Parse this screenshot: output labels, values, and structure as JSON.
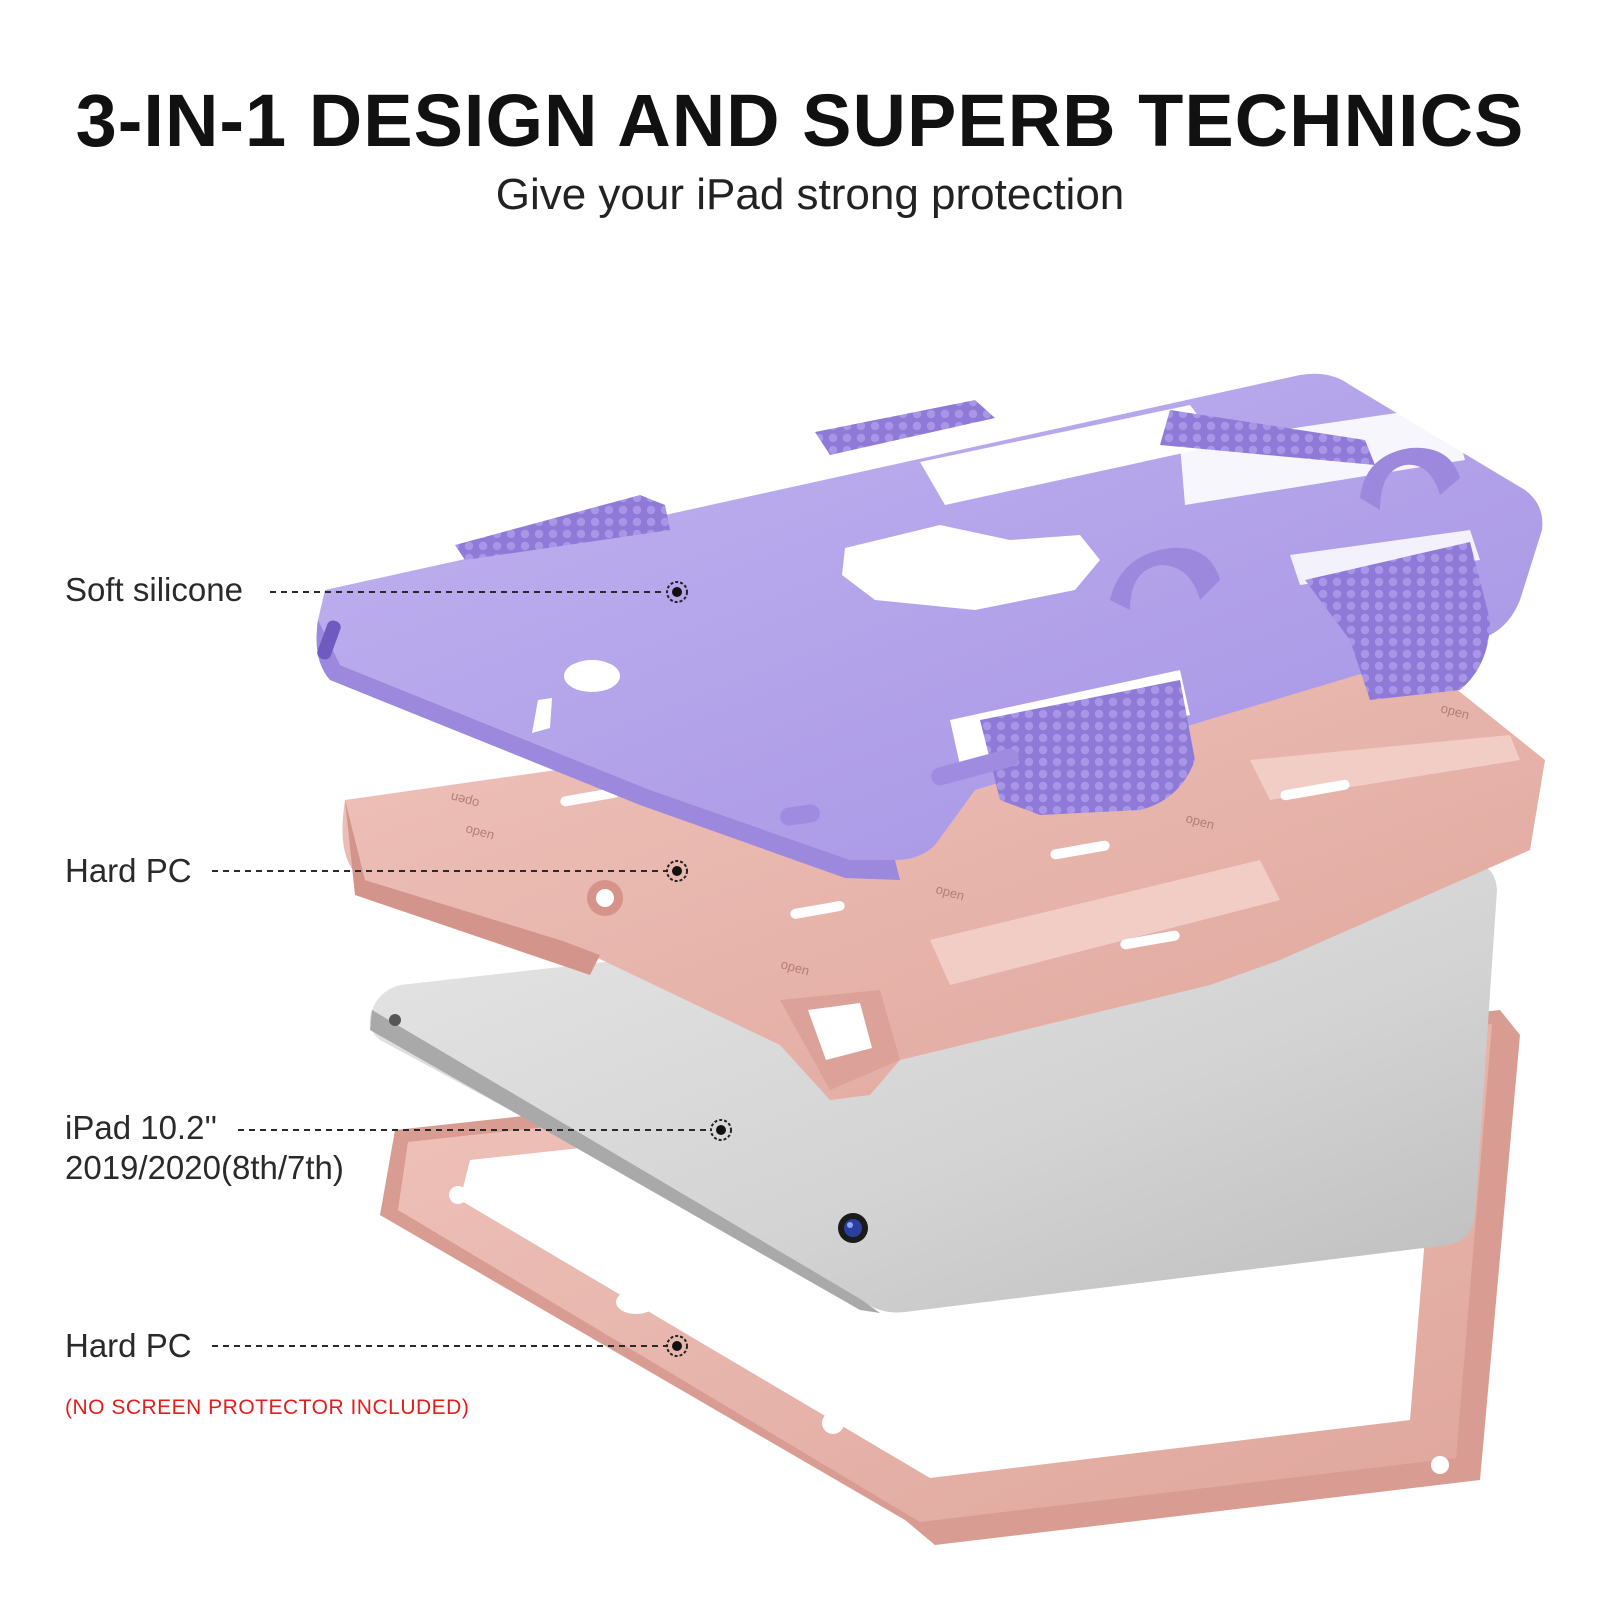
{
  "heading": {
    "title": "3-IN-1 DESIGN AND SUPERB TECHNICS",
    "subtitle": "Give your iPad strong protection"
  },
  "layers": [
    {
      "label": "Soft silicone"
    },
    {
      "label": "Hard PC"
    },
    {
      "label_line1": "iPad 10.2''",
      "label_line2": "2019/2020(8th/7th)"
    },
    {
      "label": "Hard PC",
      "note": "(NO SCREEN PROTECTOR INCLUDED)"
    }
  ],
  "embossed_text": "open",
  "colors": {
    "silicone_purple": "#b3a3ea",
    "silicone_purple_dark": "#8e7bd6",
    "pc_pink": "#e9b3aa",
    "pc_pink_dark": "#c98b82",
    "ipad_silver": "#cfcfcf",
    "note_red": "#e51c1c",
    "title_black": "#111111"
  },
  "icons": [
    "leader-dot-icon",
    "camera-lens-icon"
  ]
}
